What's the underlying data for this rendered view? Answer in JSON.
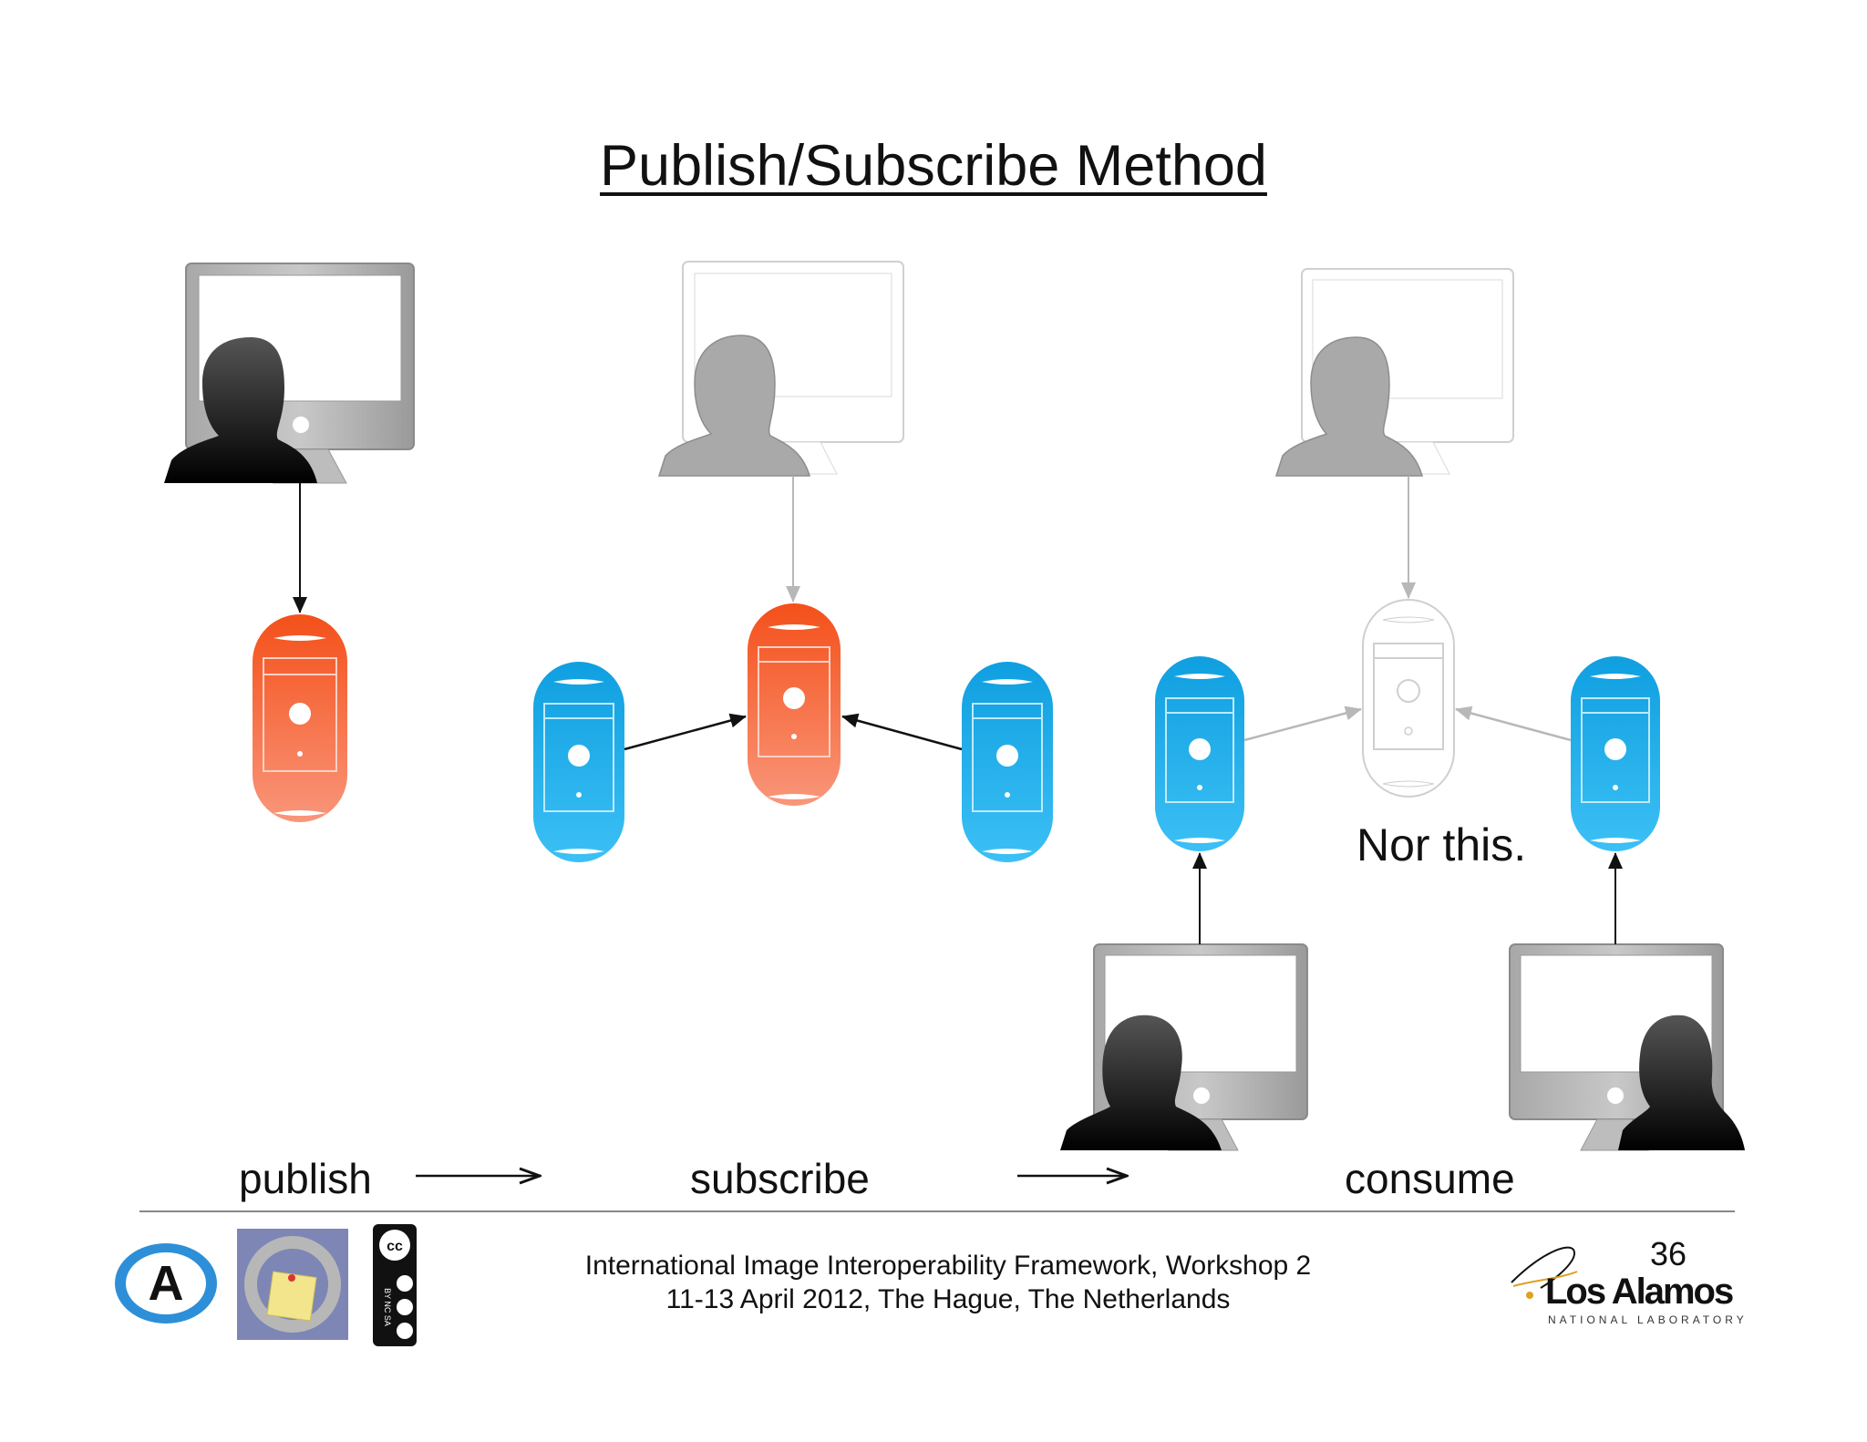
{
  "title": "Publish/Subscribe Method",
  "stages": {
    "publish": "publish",
    "subscribe": "subscribe",
    "consume": "consume"
  },
  "note": "Nor this.",
  "footer": {
    "line1": "International Image Interoperability Framework, Workshop 2",
    "line2": "11-13 April 2012, The Hague, The Netherlands",
    "page_number": "36"
  },
  "logos": {
    "lanl_name": "Los Alamos",
    "lanl_sub": "NATIONAL LABORATORY",
    "cc_badge": "cc BY NC SA",
    "left_logo_letter": "A"
  },
  "colors": {
    "server_orange": "#f4622a",
    "server_blue": "#17a9e6",
    "server_faded": "#d4d4d4",
    "arrow_black": "#111111",
    "arrow_faded": "#b8b8b8"
  }
}
